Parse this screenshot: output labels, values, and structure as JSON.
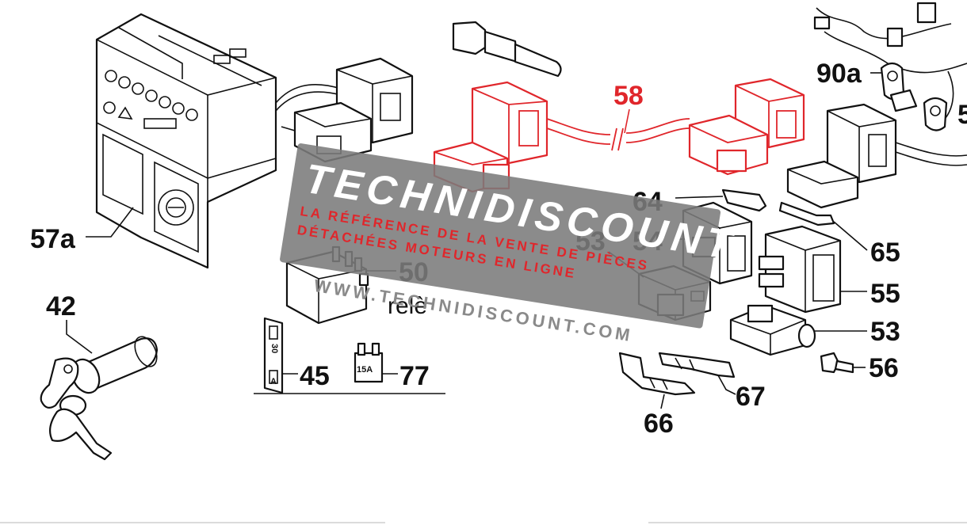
{
  "watermark": {
    "brand": "TECHNIDISCOUNT",
    "tagline_1": "LA RÉFÉRENCE DE LA VENTE DE PIÈCES",
    "tagline_2": "DÉTACHÉES MOTEURS EN LIGNE",
    "url": "WWW.TECHNIDISCOUNT.COM"
  },
  "labels": {
    "p57a": "57a",
    "p42": "42",
    "p50": "50",
    "rele": "relè",
    "p45": "45",
    "p77": "77",
    "p58": "58",
    "p64": "64",
    "p53a": "53",
    "p54": "54",
    "p65": "65",
    "p55": "55",
    "p53b": "53",
    "p56": "56",
    "p67": "67",
    "p66": "66",
    "p90a": "90a",
    "p5": "5"
  },
  "stamps": {
    "fuse_value": "30",
    "fuse_letter": "A",
    "blade_fuse": "15A"
  },
  "colors": {
    "highlight": "#e0262b",
    "ink": "#111111",
    "watermark_band": "#7b7b7b"
  }
}
